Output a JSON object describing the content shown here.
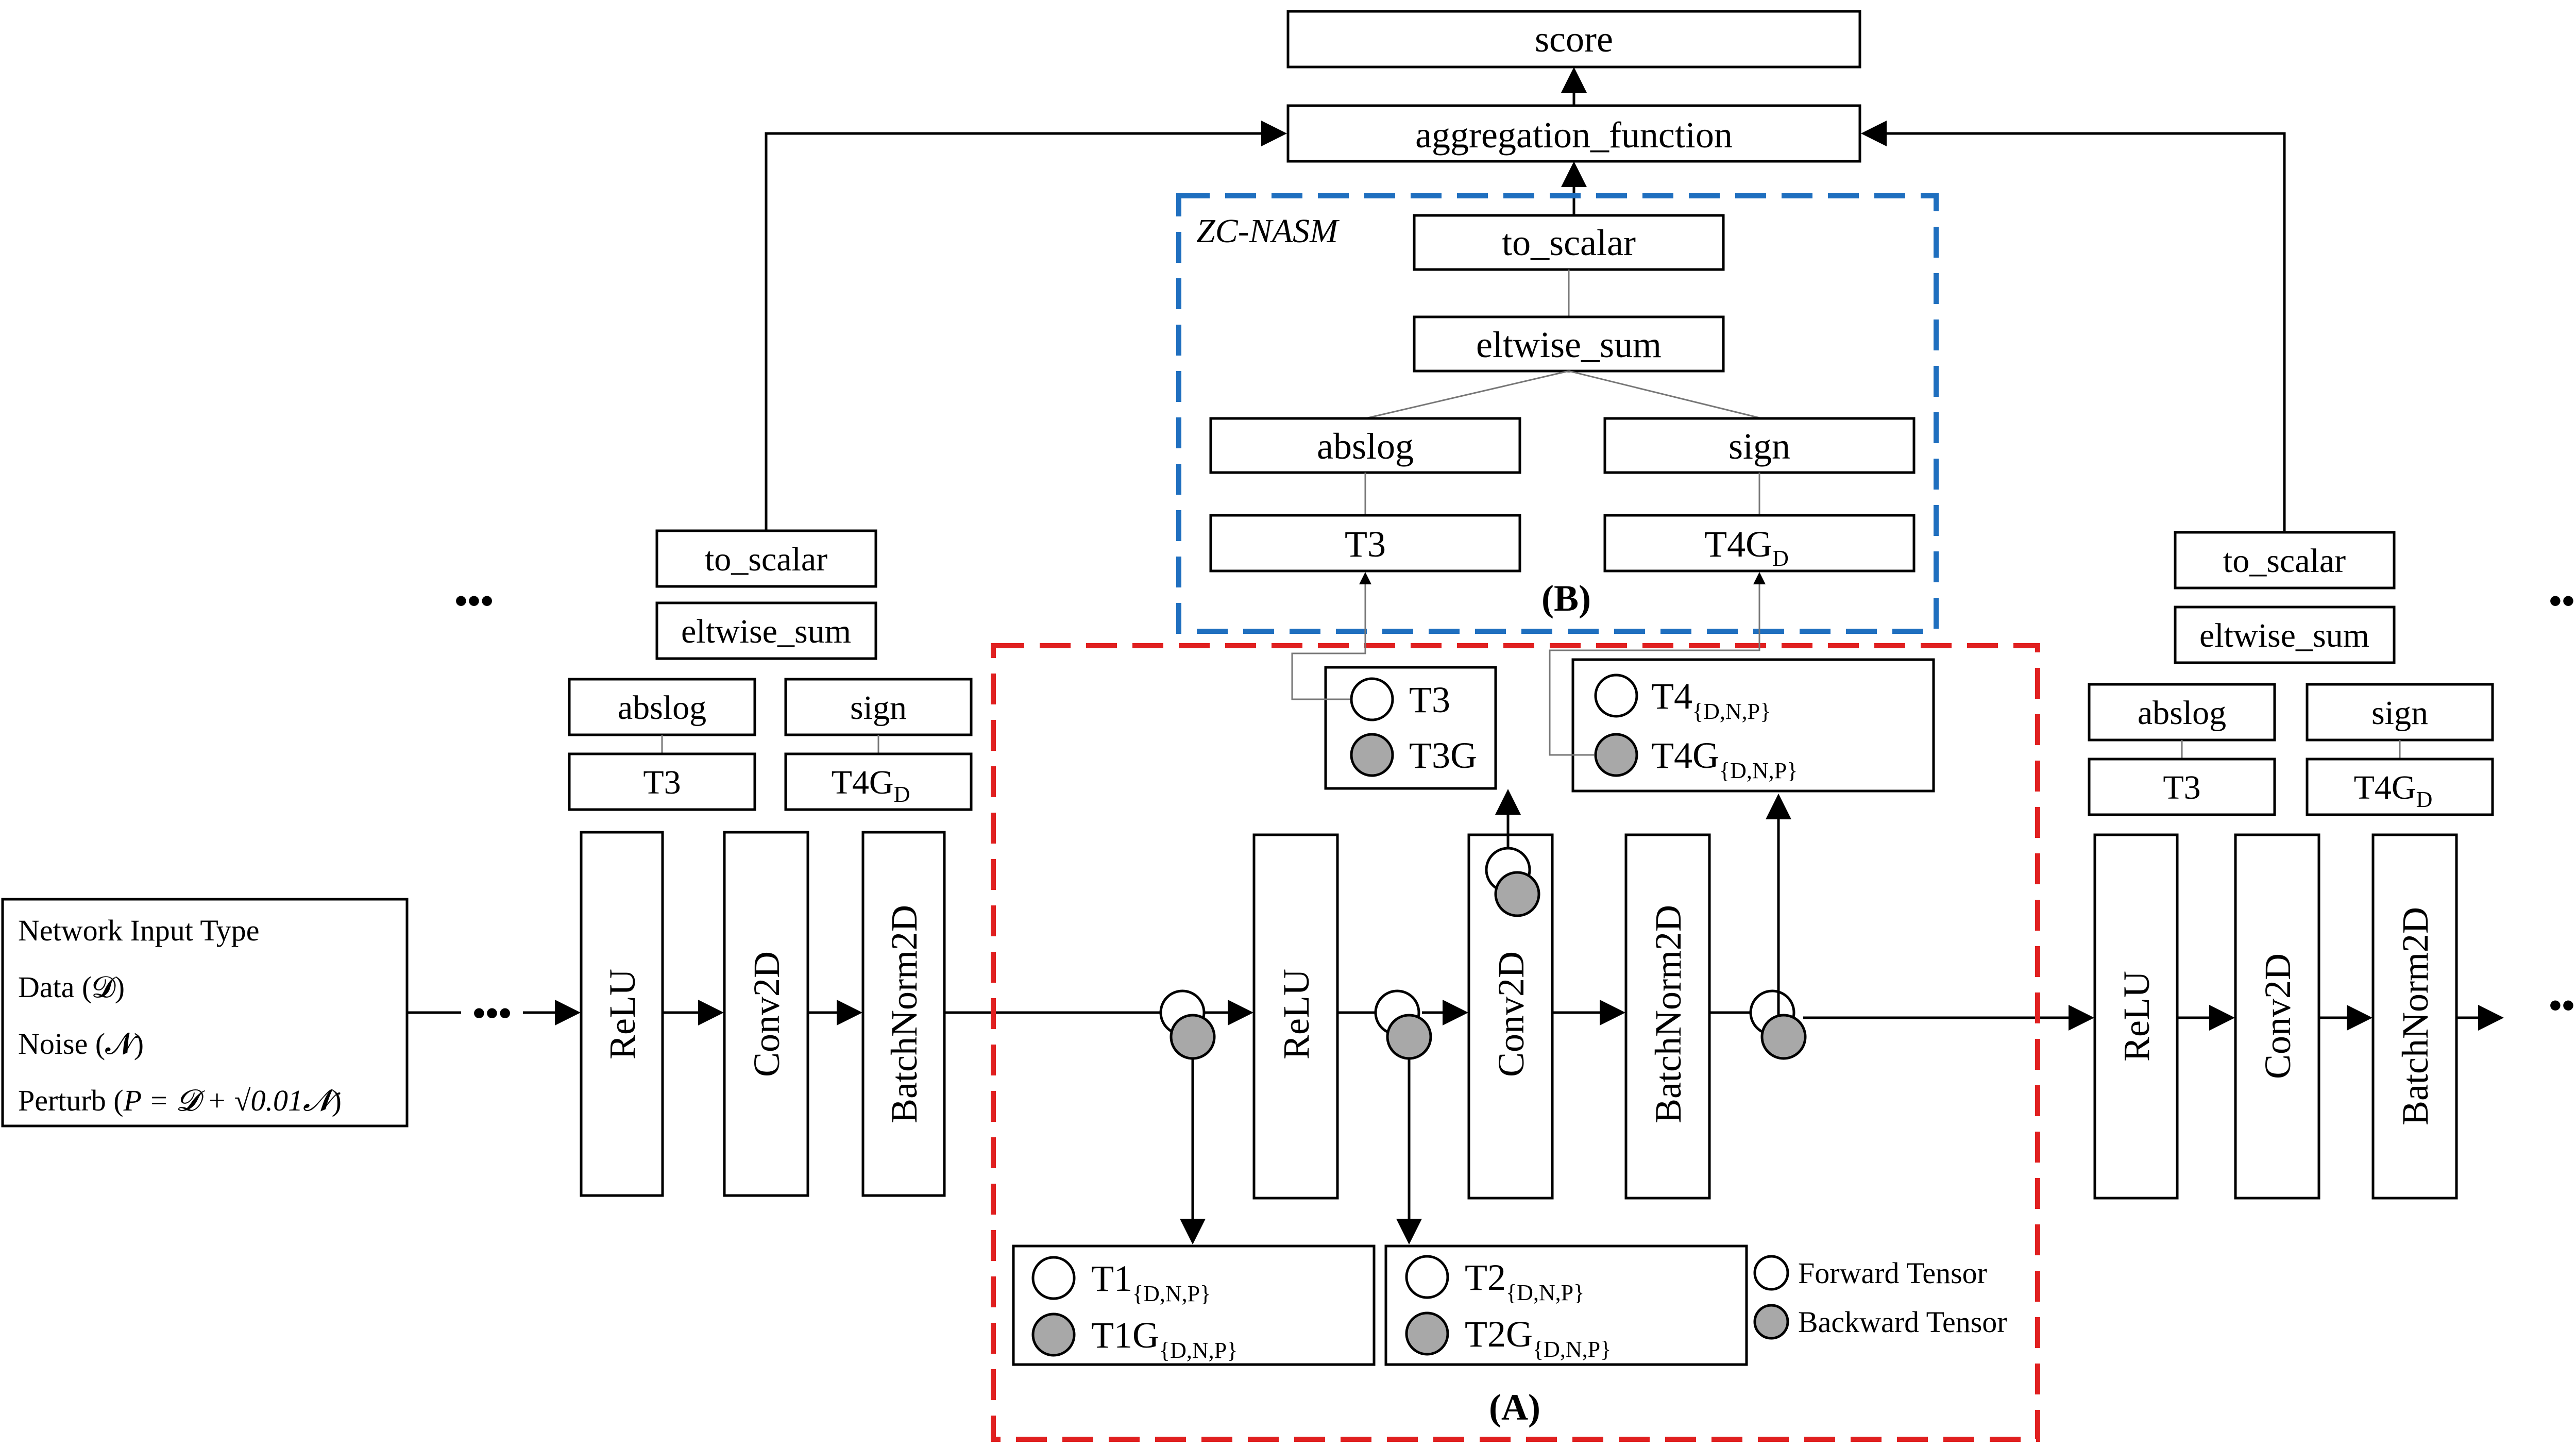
{
  "top": {
    "score": "score",
    "aggregation": "aggregation_function"
  },
  "zc_nasm": {
    "title": "ZC-NASM",
    "to_scalar": "to_scalar",
    "eltwise_sum": "eltwise_sum",
    "abslog": "abslog",
    "sign": "sign",
    "t3": "T3",
    "t4g_base": "T4G",
    "t4g_sub": "D",
    "label": "(B)"
  },
  "left_column": {
    "to_scalar": "to_scalar",
    "eltwise_sum": "eltwise_sum",
    "abslog": "abslog",
    "sign": "sign",
    "t3": "T3",
    "t4g_base": "T4G",
    "t4g_sub": "D"
  },
  "right_column": {
    "to_scalar": "to_scalar",
    "eltwise_sum": "eltwise_sum",
    "abslog": "abslog",
    "sign": "sign",
    "t3": "T3",
    "t4g_base": "T4G",
    "t4g_sub": "D"
  },
  "ellipsis": "•••",
  "input_type": {
    "title": "Network Input Type",
    "data": "Data (𝓓)",
    "noise": "Noise (𝓝)",
    "perturb_prefix": "Perturb (",
    "perturb_formula": "P =  𝓓 + √0.01𝓝",
    "perturb_suffix": ")"
  },
  "layers": {
    "left": [
      "ReLU",
      "Conv2D",
      "BatchNorm2D"
    ],
    "middle": [
      "ReLU",
      "Conv2D",
      "BatchNorm2D"
    ],
    "right": [
      "ReLU",
      "Conv2D",
      "BatchNorm2D"
    ]
  },
  "tensors": {
    "t1": "T1",
    "t1g": "T1G",
    "t2": "T2",
    "t2g": "T2G",
    "t3": "T3",
    "t3g": "T3G",
    "t4": "T4",
    "t4g": "T4G",
    "dnp": "{D,N,P}"
  },
  "legend": {
    "forward": "Forward Tensor",
    "backward": "Backward Tensor"
  },
  "section_a_label": "(A)",
  "colors": {
    "zc_nasm_border": "#1f6fbf",
    "section_a_border": "#e02020",
    "backward_fill": "#a8a8a8",
    "forward_fill": "#ffffff"
  }
}
